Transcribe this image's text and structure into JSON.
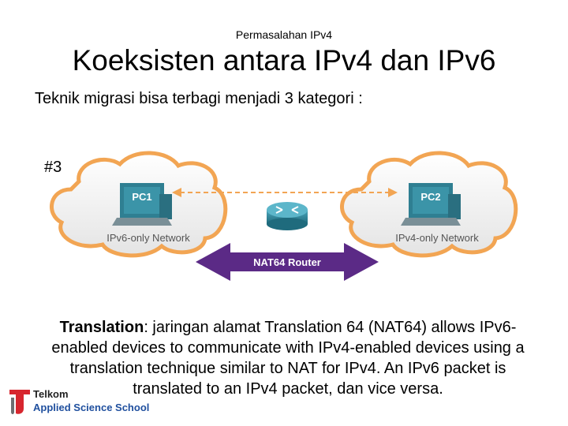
{
  "slide": {
    "kicker": "Permasalahan IPv4",
    "title": "Koeksisten antara IPv4 dan IPv6",
    "subtitle": "Teknik migrasi bisa terbagi menjadi 3 kategori :",
    "tag": "#3"
  },
  "diagram": {
    "pc1_label": "PC1",
    "pc2_label": "PC2",
    "left_network": "IPv6-only Network",
    "right_network": "IPv4-only Network",
    "router_label": "NAT64 Router",
    "colors": {
      "cloud_border": "#f2a553",
      "monitor": "#2f7f92",
      "router": "#3a8fa3",
      "arrow": "#5b2a86"
    }
  },
  "body": {
    "term": "Translation",
    "text": ": jaringan alamat Translation 64 (NAT64) allows IPv6-enabled devices to communicate with IPv4-enabled devices using a translation technique similar to NAT for IPv4. An IPv6 packet is translated to an IPv4 packet, dan vice versa."
  },
  "logo": {
    "brand": "Telkom",
    "school": "Applied Science School"
  }
}
